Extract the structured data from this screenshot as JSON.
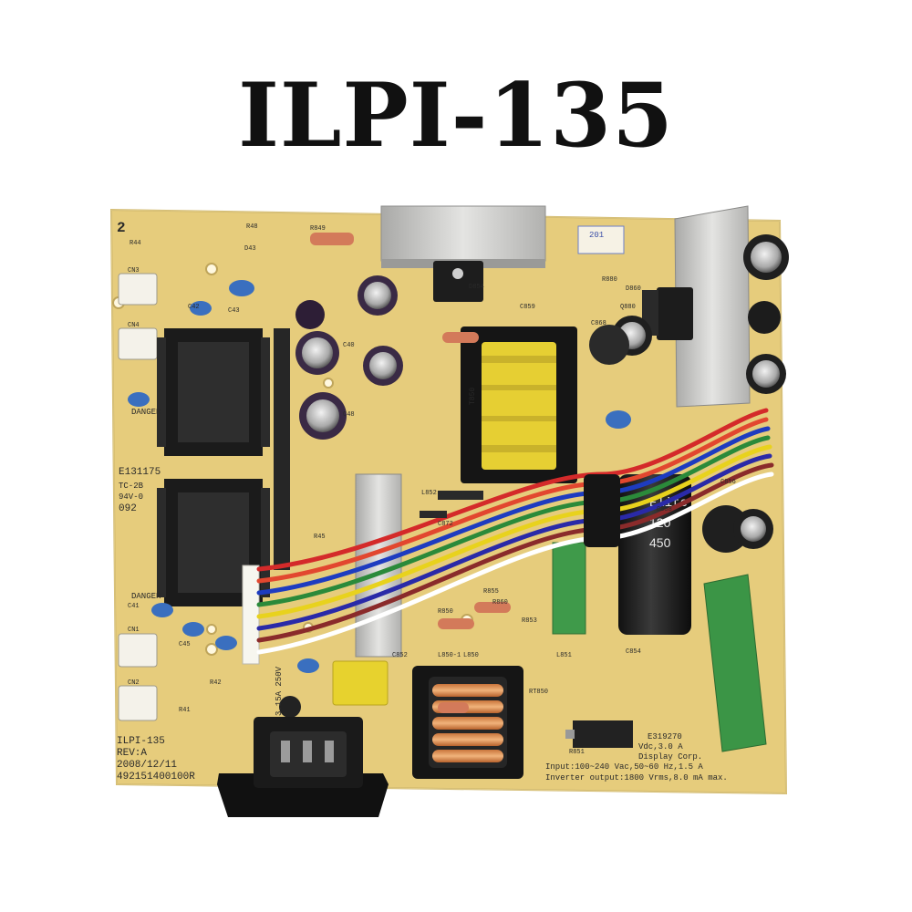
{
  "title": "ILPI-135",
  "board": {
    "board_corner_number": "2",
    "cert_code": "E131175",
    "rating_code": "TC-2B",
    "flammability": "94V-0",
    "batch_code": "092",
    "model": "ILPI-135",
    "revision": "REV:A",
    "date": "2008/12/11",
    "part_number": "492151400100R",
    "fuse_rating": "3.15A 250V",
    "danger_label_top": "DANGER",
    "danger_label_bottom": "DANGER",
    "maker_code": "E319270",
    "maker_name": "Display Corp.",
    "output_rating": "Vdc,3.0 A",
    "input_rating": "Input:100~240 Vac,50~60 Hz,1.5 A",
    "inverter_rating": "Inverter output:1800 Vrms,8.0 mA max.",
    "transformer_code": "T850",
    "cap_brand": "Elite",
    "cap_value": "120",
    "cap_voltage": "450",
    "label_year": "201",
    "labels": [
      "R48",
      "R44",
      "D43",
      "R849",
      "C42",
      "C43",
      "CN4",
      "CN3",
      "CN1",
      "CN2",
      "C41",
      "C45",
      "R42",
      "R41",
      "C40",
      "C48",
      "R45",
      "L852",
      "C872",
      "R855",
      "R850",
      "R860",
      "R853",
      "L850",
      "L851",
      "C852",
      "RT850",
      "R851",
      "C854",
      "C858",
      "C856",
      "L850-1",
      "D854",
      "D860",
      "C859",
      "R880",
      "Q880",
      "C868"
    ]
  },
  "colors": {
    "pcb": "#e6cc7c",
    "heatsink": "#c9c9c7",
    "wire_colors": [
      "#d42a2a",
      "#e2472f",
      "#1e3cc0",
      "#2b8a3a",
      "#e8d21d",
      "#2a2aa8",
      "#8a2b2b",
      "#ffffff"
    ]
  }
}
